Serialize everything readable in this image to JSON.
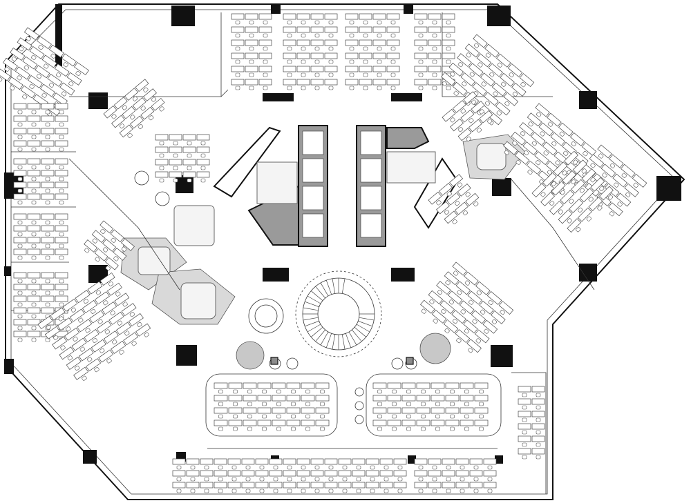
{
  "drawing": {
    "type": "office floor plan",
    "colors": {
      "wall": "#111111",
      "line": "#444444",
      "core_fill": "#9a9a9a",
      "meeting_fill": "#d9d9d9",
      "background": "#ffffff"
    },
    "zones": [
      {
        "name": "north-workstations"
      },
      {
        "name": "northeast-workstations"
      },
      {
        "name": "east-workstations"
      },
      {
        "name": "southeast-workstations"
      },
      {
        "name": "south-workstations"
      },
      {
        "name": "southwest-workstations"
      },
      {
        "name": "west-workstations"
      },
      {
        "name": "northwest-workstations"
      },
      {
        "name": "central-core"
      },
      {
        "name": "spiral-staircase"
      },
      {
        "name": "meeting-rooms"
      },
      {
        "name": "lounge-areas"
      }
    ]
  }
}
